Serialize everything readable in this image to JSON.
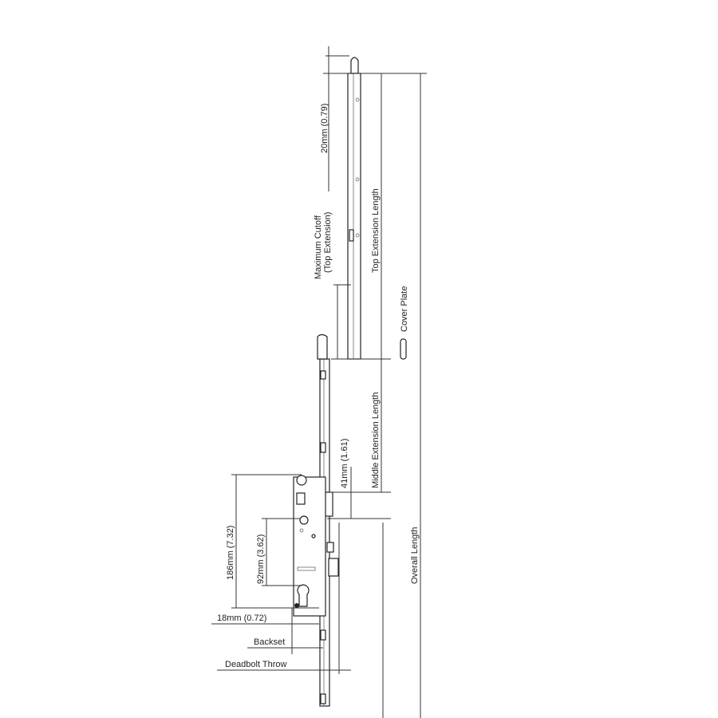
{
  "diagram": {
    "labels": {
      "dim_20mm": "20mm (0.79)",
      "max_cutoff_line1": "Maximum Cutoff",
      "max_cutoff_line2": "(Top Extension)",
      "top_extension_length": "Top Extension Length",
      "cover_plate": "Cover Plate",
      "middle_extension_length": "Middle Extension Length",
      "dim_41mm": "41mm (1.61)",
      "overall_length": "Overall Length",
      "dim_186mm": "186mm (7.32)",
      "dim_92mm": "92mm (3.62)",
      "dim_18mm": "18mm (0.72)",
      "backset": "Backset",
      "deadbolt_throw": "Deadbolt Throw"
    }
  }
}
